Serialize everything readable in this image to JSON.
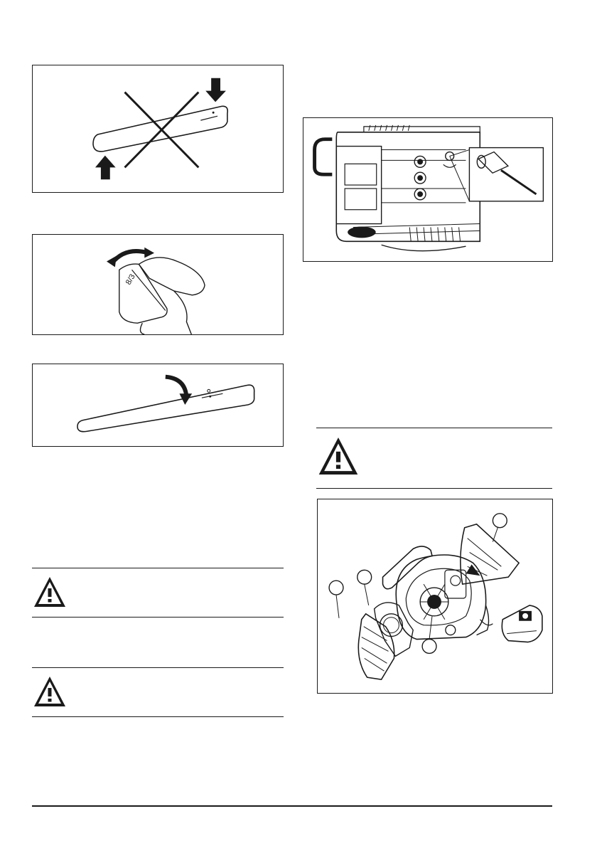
{
  "page": {
    "figures": [
      {
        "name": "incorrect-bar-installation",
        "icon": "crossed-out-bar-icon"
      },
      {
        "name": "turn-bar-over-hands",
        "icon": "hands-turning-bar-icon"
      },
      {
        "name": "turn-bar-over",
        "icon": "guide-bar-rotate-icon"
      },
      {
        "name": "carburetor-adjustment-screws",
        "icon": "carburetor-screws-icon"
      },
      {
        "name": "chainsaw-exploded-view",
        "icon": "exploded-chainsaw-icon"
      }
    ],
    "warnings": [
      {
        "icon": "warning-triangle-icon"
      },
      {
        "icon": "warning-triangle-icon"
      },
      {
        "icon": "warning-triangle-icon"
      }
    ],
    "colors": {
      "ink": "#1a1a1a",
      "paper": "#ffffff"
    }
  }
}
